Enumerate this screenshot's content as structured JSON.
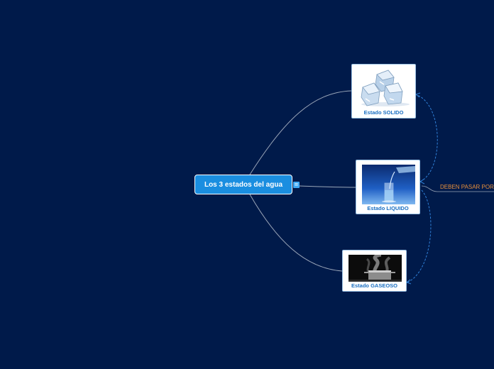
{
  "central": {
    "label": "Los 3 estados del agua",
    "notes_icon": "notes-icon"
  },
  "topics": [
    {
      "id": "solido",
      "label": "Estado SOLIDO",
      "image": "ice-cubes-image"
    },
    {
      "id": "liquido",
      "label": "Estado LIQUIDO",
      "image": "water-glass-image"
    },
    {
      "id": "gaseoso",
      "label": "Estado GASEOSO",
      "image": "steaming-pot-image"
    }
  ],
  "relationship": {
    "label": "DEBEN PASAR POR"
  },
  "colors": {
    "background": "#001a4a",
    "central_fill": "#1a8ee0",
    "topic_label": "#1a6fc2",
    "relationship_label": "#e88f3c",
    "connector": "#9aa6b8",
    "relationship_line": "#2f7fd6"
  }
}
